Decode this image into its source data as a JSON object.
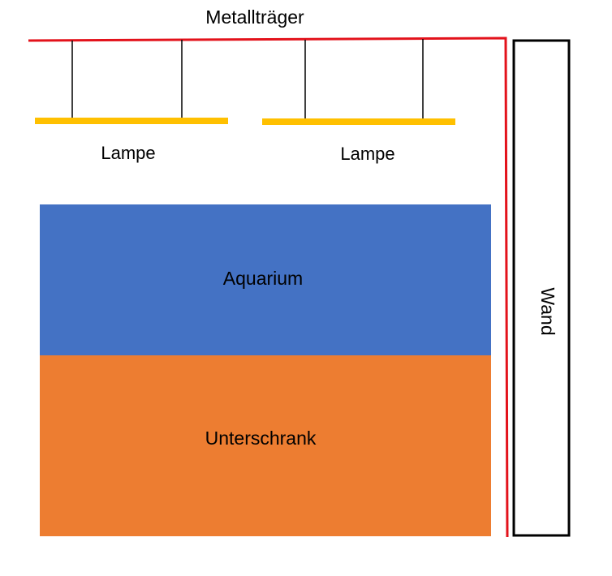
{
  "diagram": {
    "title": "Metallträger",
    "lamp_left_label": "Lampe",
    "lamp_right_label": "Lampe",
    "aquarium_label": "Aquarium",
    "cabinet_label": "Unterschrank",
    "wall_label": "Wand"
  },
  "colors": {
    "beam": "#e3121b",
    "lamp": "#ffc000",
    "aquarium": "#4472c4",
    "cabinet": "#ed7d31",
    "wall_border": "#000000",
    "wire": "#000000",
    "text": "#000000"
  }
}
